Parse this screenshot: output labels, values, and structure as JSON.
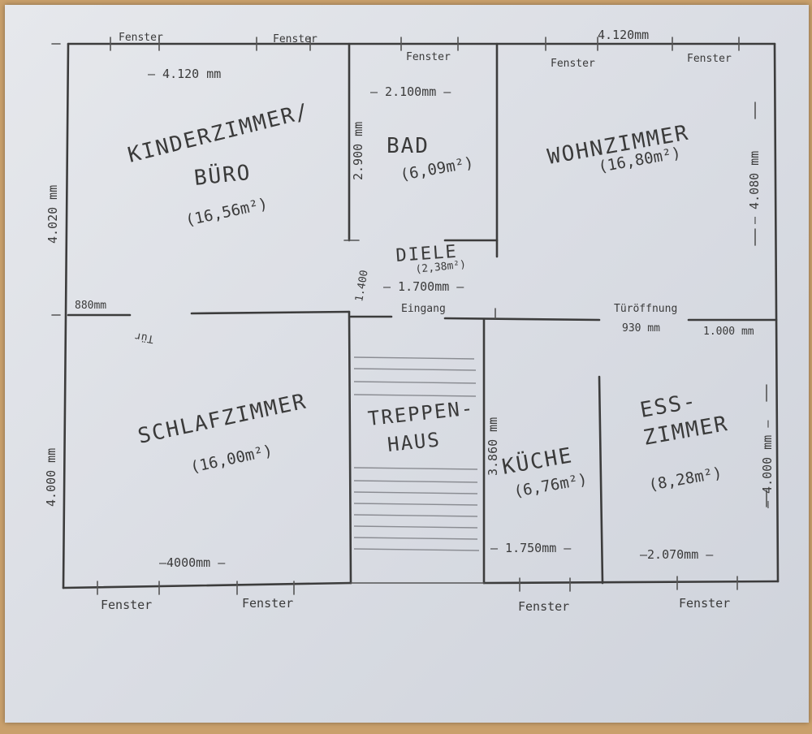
{
  "rooms": {
    "kinderzimmer": {
      "line1": "KINDERZIMMER/",
      "line2": "BÜRO",
      "area": "(16,56m²)"
    },
    "bad": {
      "name": "BAD",
      "area": "(6,09m²)"
    },
    "wohnzimmer": {
      "name": "WOHNZIMMER",
      "area": "(16,80m²)"
    },
    "diele": {
      "name": "DIELE",
      "area": "(2,38m²)"
    },
    "schlafzimmer": {
      "name": "SCHLAFZIMMER",
      "area": "(16,00m²)"
    },
    "treppenhaus": {
      "line1": "TREPPEN-",
      "line2": "HAUS"
    },
    "kueche": {
      "name": "KÜCHE",
      "area": "(6,76m²)"
    },
    "esszimmer": {
      "line1": "ESS-",
      "line2": "ZIMMER",
      "area": "(8,28m²)"
    }
  },
  "dimensions": {
    "top_right": "4.120mm",
    "kinder_width": "– 4.120 mm",
    "kinder_height": "4.020 mm",
    "bad_width": "– 2.100mm –",
    "bad_height": "2.900 mm",
    "wohn_height": "– 4.080 mm",
    "diele_width": "– 1.700mm –",
    "diele_height": "1.400",
    "door_small": "880mm",
    "schlaf_height": "4.000 mm",
    "schlaf_width": "–4000mm –",
    "kueche_height": "3.860 mm",
    "kueche_width": "– 1.750mm –",
    "ess_width": "–2.070mm –",
    "ess_height": "– 4.000 mm –",
    "tueroeffnung_width": "930 mm",
    "ess_side": "1.000 mm"
  },
  "labels": {
    "fenster_top_1": "Fenster",
    "fenster_top_2": "Fenster",
    "fenster_top_3": "Fenster",
    "fenster_top_4": "Fenster",
    "fenster_top_5": "Fenster",
    "fenster_bottom_1": "Fenster",
    "fenster_bottom_2": "Fenster",
    "fenster_bottom_3": "Fenster",
    "fenster_bottom_4": "Fenster",
    "eingang": "Eingang",
    "tueroeffnung": "Türöffnung",
    "tuer": "Tür"
  }
}
